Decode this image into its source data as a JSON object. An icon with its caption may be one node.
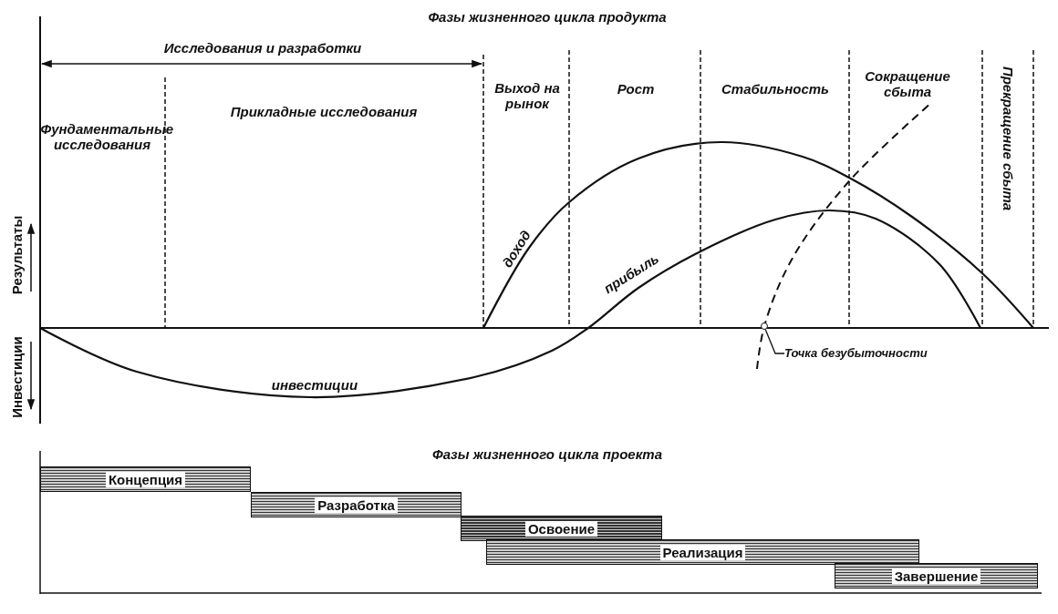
{
  "diagram": {
    "title": "Фазы жизненного цикла продукта",
    "nodes": [
      {
        "text": [
          "Концепция"
        ]
      },
      {
        "text": [
          "Разработка"
        ]
      },
      {
        "text": [
          "Освоение"
        ]
      },
      {
        "text": [
          "Реализация"
        ]
      },
      {
        "text": [
          "Завершение"
        ]
      },
      {
        "text": [
          "Точка безубыточности"
        ]
      },
      {
        "text": [],
        "shape": "circle"
      }
    ],
    "edges": [
      {
        "from": 5,
        "to": 6,
        "arrow": "none"
      }
    ],
    "labels": [
      "Исследования и разработки",
      "Фундаментальные исследования",
      "Прикладные исследования",
      "Выход на рынок",
      "Рост",
      "Стабильность",
      "Сокращение сбыта",
      "Прекращение сбыта",
      "доход",
      "прибыль",
      "Результаты",
      "Инвестиции",
      "инвестиции",
      "Фазы жизненного цикла проекта"
    ]
  }
}
